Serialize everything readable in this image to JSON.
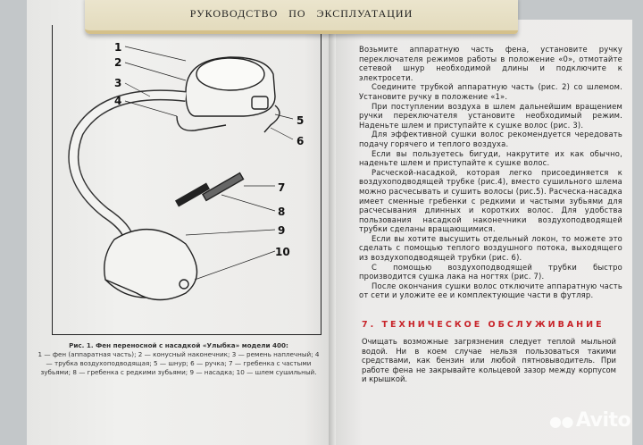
{
  "booklet": {
    "title": "РУКОВОДСТВО ПО ЭКСПЛУАТАЦИИ"
  },
  "figure": {
    "labels": [
      "1",
      "2",
      "3",
      "4",
      "5",
      "6",
      "7",
      "8",
      "9",
      "10"
    ],
    "caption_title": "Рис. 1. Фен переносной с насадкой «Улыбка» модели 400:",
    "caption_body": "1 — фен (аппаратная часть); 2 — конусный наконечник; 3 — ремень наплечный; 4 — трубка воздухоподводящая; 5 — шнур; 6 — ручка; 7 — гребенка с частыми зубьями; 8 — гребенка с редкими зубьями; 9 — насадка; 10 — шлем сушильный."
  },
  "instructions": {
    "paragraphs": [
      "Возьмите аппаратную часть фена, установите ручку переключателя режимов работы в положение «0», отмотайте сетевой шнур необходимой длины и подключите к электросети.",
      "Соедините трубкой аппаратную часть (рис. 2) со шлемом. Установите ручку в положение «1».",
      "При поступлении воздуха в шлем дальнейшим вращением ручки переключателя установите необходимый режим. Наденьте шлем и приступайте к сушке волос (рис. 3).",
      "Для эффективной сушки волос рекомендуется чередовать подачу горячего и теплого воздуха.",
      "Если вы пользуетесь бигуди, накрутите их как обычно, наденьте шлем и приступайте к сушке волос.",
      "Расческой-насадкой, которая легко присоединяется к воздухоподводящей трубке (рис.4), вместо сушильного шлема можно расчесывать и сушить волосы (рис.5). Расческа-насадка имеет сменные гребенки с редкими и частыми зубьями для расчесывания длинных и коротких волос. Для удобства пользования насадкой наконечники воздухоподводящей трубки сделаны вращающимися.",
      "Если вы хотите высушить отдельный локон, то можете это сделать с помощью теплого воздушного потока, выходящего из воздухоподводящей трубки (рис. 6).",
      "С помощью воздухоподводящей трубки быстро производится сушка лака на ногтях (рис. 7).",
      "После окончания сушки волос отключите аппаратную часть от сети и уложите ее и комплектующие части в футляр."
    ]
  },
  "maintenance": {
    "heading": "7. ТЕХНИЧЕСКОЕ ОБСЛУЖИВАНИЕ",
    "body": "Очищать возможные загрязнения следует теплой мыльной водой. Ни в коем случае нельзя пользоваться такими средствами, как бензин или любой пятновыводитель. При работе фена не закрывайте кольцевой зазор между корпусом и крышкой."
  },
  "watermark": {
    "text": "Avito"
  },
  "colors": {
    "heading": "#c8242a",
    "booklet": "#e8e0c6",
    "page": "#eeedeb"
  }
}
